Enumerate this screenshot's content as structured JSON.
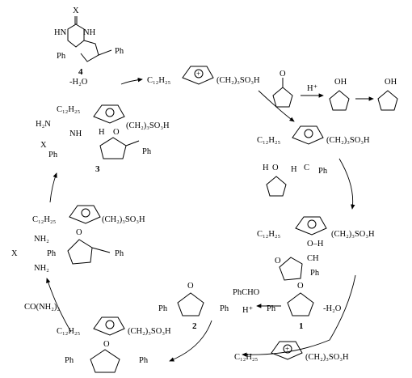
{
  "labels": {
    "cat_top": "C₁₂H₂₅–N⁺N–(CH₂)₃SO₃H",
    "cat_top_left": "C₁₂H₂₅",
    "cat_top_right": "(CH₂)₃SO₃H",
    "prod4_X": "X",
    "prod4_NH": "NH",
    "prod4_HN": "HN",
    "prod4_Ph_a": "Ph",
    "prod4_Ph_b": "Ph",
    "prod4_num": "4",
    "minus_h2o_top": "-H₂O",
    "h_plus_top": "H⁺",
    "oh1": "OH",
    "oh2": "OH",
    "i2_C12H25": "C₁₂H₂₅",
    "i2_chain": "(CH₂)₃SO₃H",
    "i2_H": "H",
    "i2_O": "O",
    "i2_H2": "H",
    "i2_C": "C",
    "i2_Ph": "Ph",
    "i3_C12H25": "C₁₂H₂₅",
    "i3_chain": "(CH₂)₃SO₃H",
    "i3_OH": "O–H",
    "i3_CH": "CH",
    "i3_Ph": "Ph",
    "i3_O": "O",
    "i1_C12H25": "C₁₂H₂₅",
    "i1_chain": "(CH₂)₃SO₃H",
    "i1_H2N": "H₂N",
    "i1_X": "X",
    "i1_NH": "NH",
    "i1_H": "H",
    "i1_O": "O",
    "i1_Ph": "Ph",
    "i1_Ph2": "Ph",
    "i1_num": "3",
    "ia_C12H25": "C₁₂H₂₅",
    "ia_chain": "(CH₂)₃SO₃H",
    "ia_NH2a": "NH₂",
    "ia_NH2b": "NH₂",
    "ia_X": "X",
    "ia_Ph": "Ph",
    "ia_Ph2": "Ph",
    "ia_O": "O",
    "urea": "CO(NH₂)₂",
    "ib_C12H25": "C₁₂H₂₅",
    "ib_chain": "(CH₂)₃SO₃H",
    "ib_O": "O",
    "ib_Ph": "Ph",
    "ib_Ph2": "Ph",
    "c2_O": "O",
    "c2_Ph": "Ph",
    "c2_Ph2": "Ph",
    "c2_num": "2",
    "phcho": "PhCHO",
    "h_plus_mid": "H⁺",
    "c1_O": "O",
    "c1_Ph": "Ph",
    "c1_num": "1",
    "minus_h2o_right": "-H₂O",
    "cat_bot_left": "C₁₂H₂₅",
    "cat_bot_right": "(CH₂)₃SO₃H",
    "cyc_O": "O"
  },
  "colors": {
    "ink": "#000000",
    "background": "#ffffff"
  }
}
